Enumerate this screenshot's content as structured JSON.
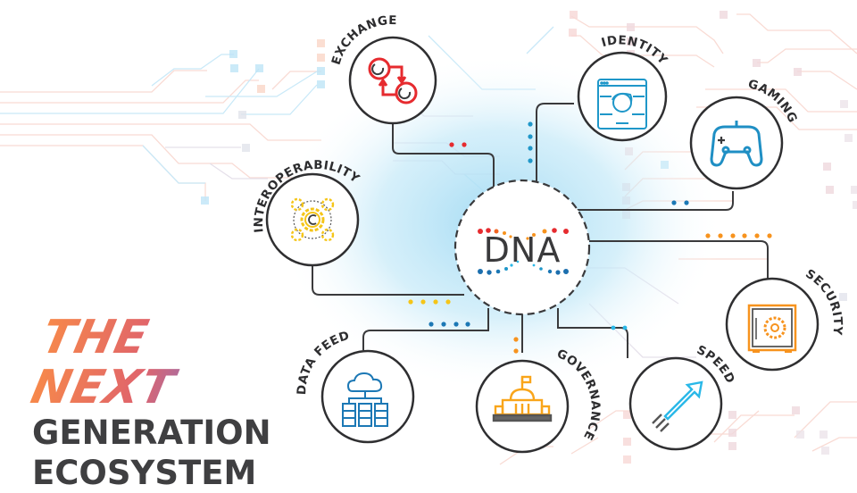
{
  "title": {
    "line1": "THE NEXT",
    "line2": "GENERATION",
    "line3": "ECOSYSTEM"
  },
  "center": {
    "logo_text": "DNA"
  },
  "nodes": [
    {
      "id": "exchange",
      "label": "EXCHANGE",
      "icon": "exchange-icon",
      "color": "#e62b2f"
    },
    {
      "id": "identity",
      "label": "IDENTITY",
      "icon": "face-id-icon",
      "color": "#1f97c9"
    },
    {
      "id": "gaming",
      "label": "GAMING",
      "icon": "gamepad-icon",
      "color": "#1f8fc4"
    },
    {
      "id": "interoperability",
      "label": "INTEROPERABILITY",
      "icon": "gears-icon",
      "color": "#f5c518"
    },
    {
      "id": "security",
      "label": "SECURITY",
      "icon": "safe-icon",
      "color": "#f7931e"
    },
    {
      "id": "data-feed",
      "label": "DATA FEED",
      "icon": "cloud-servers-icon",
      "color": "#1c78b5"
    },
    {
      "id": "governance",
      "label": "GOVERNANCE",
      "icon": "building-icon",
      "color": "#f9a51a"
    },
    {
      "id": "speed",
      "label": "SPEED",
      "icon": "rocket-arrow-icon",
      "color": "#2ab8e8"
    }
  ],
  "colors": {
    "ring": "#2f2f31",
    "red_dots": "#e62b2f",
    "orange_dots": "#f7931e",
    "yellow_dots": "#f5c518",
    "blue_dots": "#1c78b5",
    "glow": "#bfe6f7"
  }
}
